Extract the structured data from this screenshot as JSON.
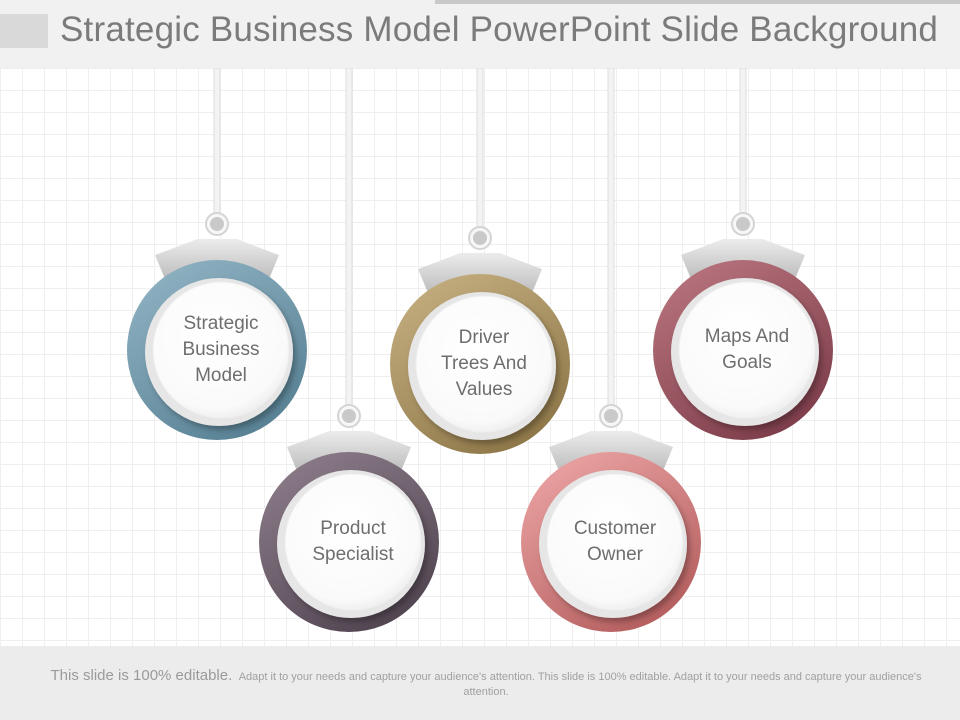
{
  "slide": {
    "title": "Strategic Business Model PowerPoint Slide Background"
  },
  "diagram": {
    "nodes": [
      {
        "id": "strategic-business-model",
        "lines": [
          "Strategic",
          "Business",
          "Model"
        ],
        "color_light": "#8fb2c2",
        "color_dark": "#557f92"
      },
      {
        "id": "product-specialist",
        "lines": [
          "Product",
          "Specialist"
        ],
        "color_light": "#8c7c8a",
        "color_dark": "#4e424e"
      },
      {
        "id": "driver-trees-and-values",
        "lines": [
          "Driver",
          "Trees And",
          "Values"
        ],
        "color_light": "#c4ae7f",
        "color_dark": "#8b7445"
      },
      {
        "id": "customer-owner",
        "lines": [
          "Customer",
          "Owner"
        ],
        "color_light": "#eba3a3",
        "color_dark": "#b25b5b"
      },
      {
        "id": "maps-and-goals",
        "lines": [
          "Maps And",
          "Goals"
        ],
        "color_light": "#b8747e",
        "color_dark": "#7a3a47"
      }
    ]
  },
  "footer": {
    "lead": "This slide is 100% editable.",
    "body": "Adapt it to your needs and capture your audience's attention. This slide is 100% editable. Adapt it to your needs and capture your audience's attention."
  }
}
